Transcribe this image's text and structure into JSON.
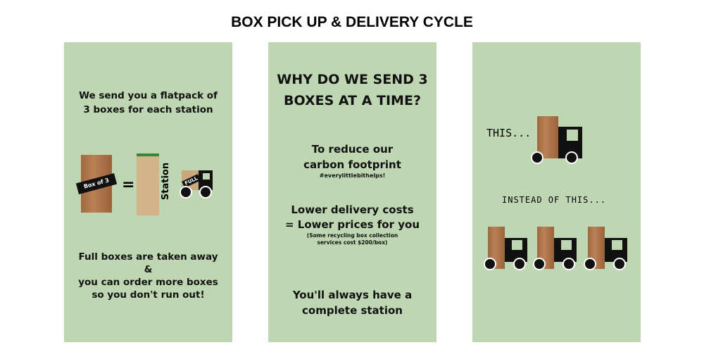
{
  "title": "BOX PICK UP & DELIVERY CYCLE",
  "panel1": {
    "intro_line1": "We send you a flatpack of",
    "intro_line2": "3 boxes for each station",
    "box_label": "Box of 3",
    "equals": "=",
    "station_label": "Station",
    "full_label": "FULL",
    "outro": [
      "Full boxes are taken away",
      "&",
      "you can order more boxes",
      "so you don't run out!"
    ]
  },
  "panel2": {
    "heading_line1": "WHY DO WE SEND 3",
    "heading_line2": "BOXES AT A TIME?",
    "reason1_line1": "To reduce our",
    "reason1_line2": "carbon footprint",
    "hashtag": "#everylittlebithelps!",
    "reason2_line1": "Lower delivery costs",
    "reason2_line2": "= Lower prices for you",
    "note_line1": "(Some recycling box collection",
    "note_line2": "services  cost $200/box)",
    "reason3_line1": "You'll always have a",
    "reason3_line2": "complete station"
  },
  "panel3": {
    "this_label": "THIS...",
    "instead_label": "INSTEAD OF THIS..."
  }
}
